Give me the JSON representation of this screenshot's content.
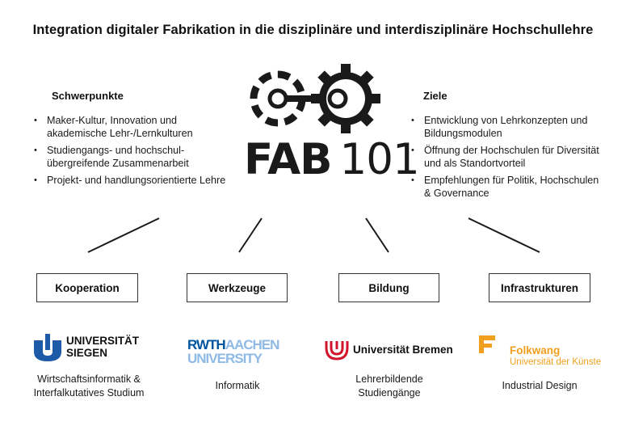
{
  "title": "Integration digitaler Fabrikation in die disziplinäre und interdisziplinäre Hochschullehre",
  "left": {
    "heading": "Schwerpunkte",
    "items": [
      "Maker-Kultur, Innovation und akademische Lehr-/Lernkulturen",
      "Studiengangs- und hochschul-übergreifende Zusammenarbeit",
      "Projekt- und handlungsorientierte Lehre"
    ]
  },
  "right": {
    "heading": "Ziele",
    "items": [
      "Entwicklung von Lehrkonzepten und Bildungsmodulen",
      "Öffnung der Hochschulen für Diversität und als Standortvorteil",
      "Empfehlungen für Politik, Hochschulen & Governance"
    ]
  },
  "logo": {
    "fab": "FAB",
    "num": "101"
  },
  "boxes": [
    "Kooperation",
    "Werkzeuge",
    "Bildung",
    "Infrastrukturen"
  ],
  "institutions": {
    "siegen": {
      "logo_line1": "UNIVERSITÄT",
      "logo_line2": "SIEGEN",
      "caption1": "Wirtschaftsinformatik &",
      "caption2": "Interfalkutatives Studium"
    },
    "aachen": {
      "logo_line1_a": "RWTH",
      "logo_line1_b": "AACHEN",
      "logo_line2": "UNIVERSITY",
      "caption1": "Informatik"
    },
    "bremen": {
      "logo_text": "Universität Bremen",
      "caption1": "Lehrerbildende",
      "caption2": "Studiengänge"
    },
    "folkwang": {
      "logo_line1": "Folkwang",
      "logo_line2": "Universität der Künste",
      "caption1": "Industrial Design"
    }
  },
  "colors": {
    "siegen_blue": "#1d5aa7",
    "rwth_blue": "#00549f",
    "bremen_red": "#d1152c",
    "folkwang_orange": "#f0a01e",
    "text": "#111111"
  }
}
